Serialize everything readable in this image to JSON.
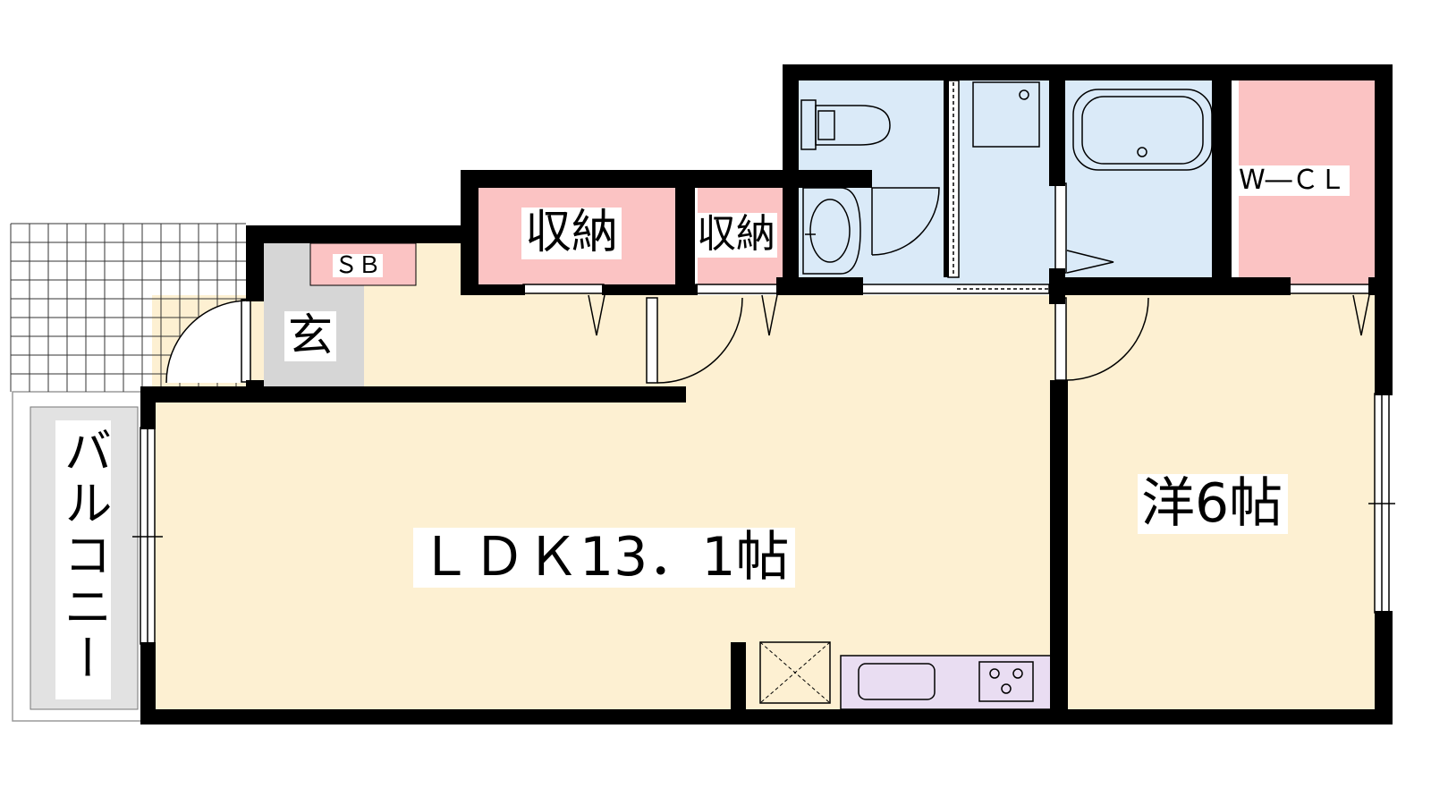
{
  "floorplan": {
    "rooms": {
      "ldk": "ＬＤＫ13．1帖",
      "western": "洋6帖",
      "entrance": "玄",
      "storage_large": "収納",
      "storage_small": "収納",
      "shoe_box": "ＳＢ",
      "walk_in_closet": "W―ＣＬ",
      "balcony": "バルコニー"
    },
    "colors": {
      "room_floor": "#fdf0d2",
      "storage": "#fbc3c3",
      "wet_area": "#daeaf8",
      "entrance_floor": "#d6d6d6",
      "kitchen": "#e9ddf2",
      "balcony_floor": "#e2e2e2",
      "wall": "#000000"
    }
  }
}
